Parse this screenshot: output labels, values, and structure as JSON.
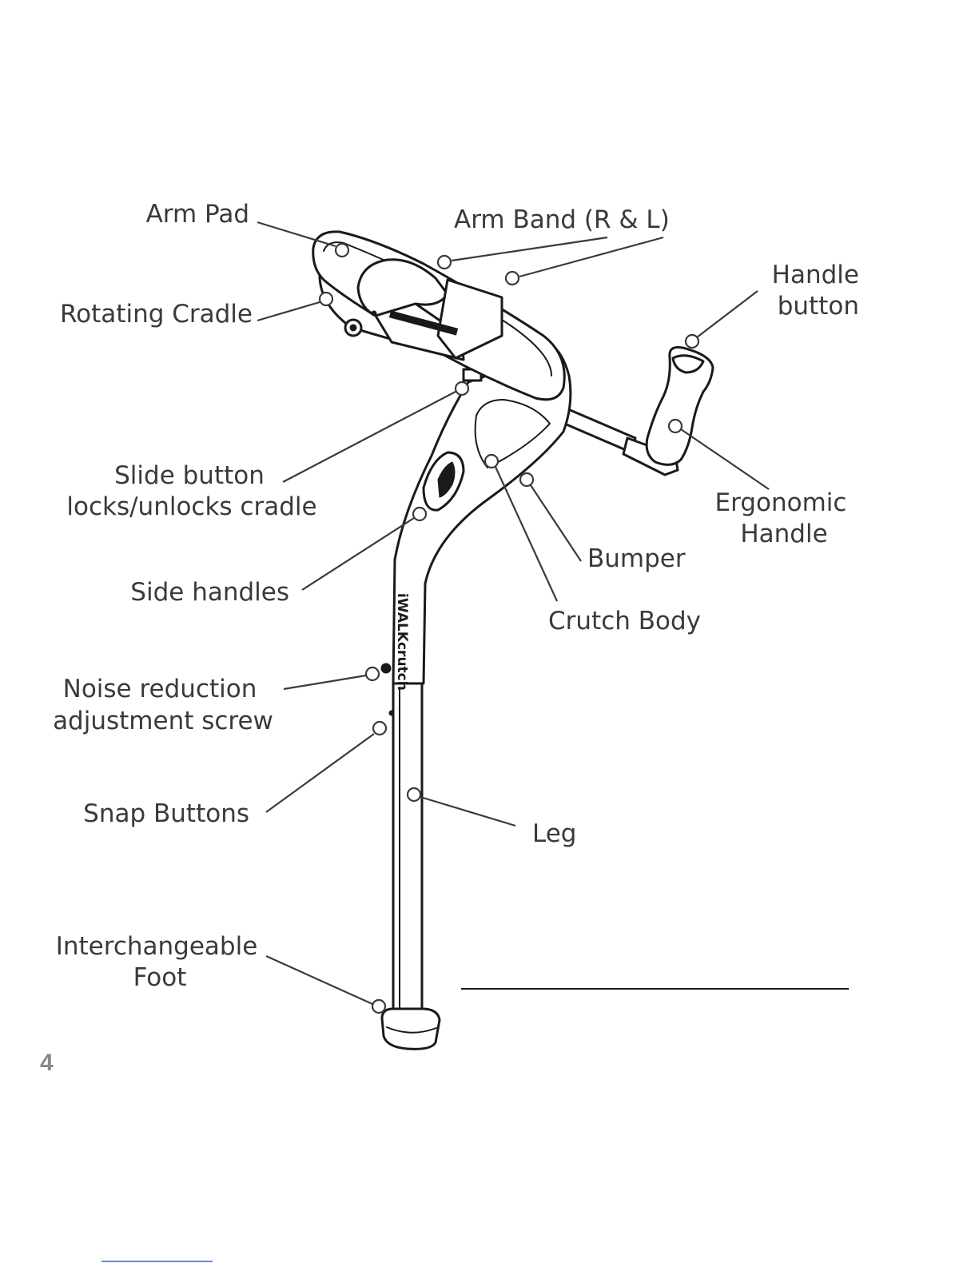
{
  "labels": {
    "arm_pad": "Arm Pad",
    "arm_band": "Arm Band (R &  L)",
    "rotating_cradle": "Rotating Cradle",
    "handle_button_1": "Handle",
    "handle_button_2": "button",
    "slide_button_1": "Slide button",
    "slide_button_2": "locks/unlocks cradle",
    "ergonomic_handle_1": "Ergonomic",
    "ergonomic_handle_2": "Handle",
    "bumper": "Bumper",
    "side_handles": "Side handles",
    "crutch_body": "Crutch Body",
    "noise_screw_1": "Noise reduction",
    "noise_screw_2": "adjustment screw",
    "snap_buttons": "Snap Buttons",
    "leg": "Leg",
    "foot_1": "Interchangeable",
    "foot_2": "Foot"
  },
  "brand_text": "iWALKcrutch",
  "page_number": "4"
}
